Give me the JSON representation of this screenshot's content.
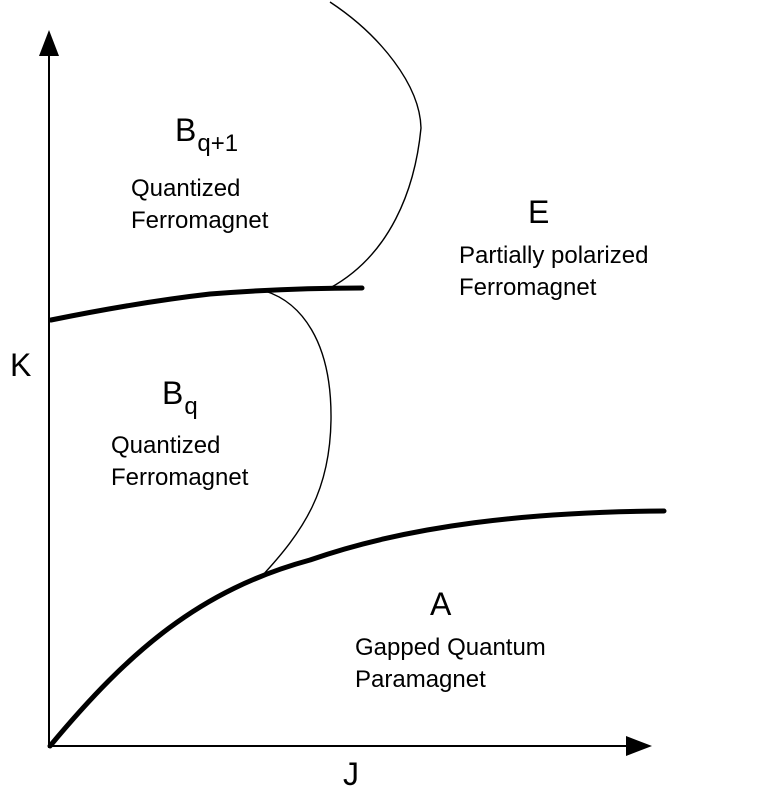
{
  "axes": {
    "x_label": "J",
    "y_label": "K"
  },
  "regions": {
    "b_q1": {
      "symbol": "B",
      "subscript": "q+1",
      "line1": "Quantized",
      "line2": "Ferromagnet"
    },
    "e": {
      "symbol": "E",
      "line1": "Partially polarized",
      "line2": "Ferromagnet"
    },
    "b_q": {
      "symbol": "B",
      "subscript": "q",
      "line1": "Quantized",
      "line2": "Ferromagnet"
    },
    "a": {
      "symbol": "A",
      "line1": "Gapped Quantum",
      "line2": "Paramagnet"
    }
  },
  "colors": {
    "line": "#000000",
    "background": "#ffffff"
  }
}
